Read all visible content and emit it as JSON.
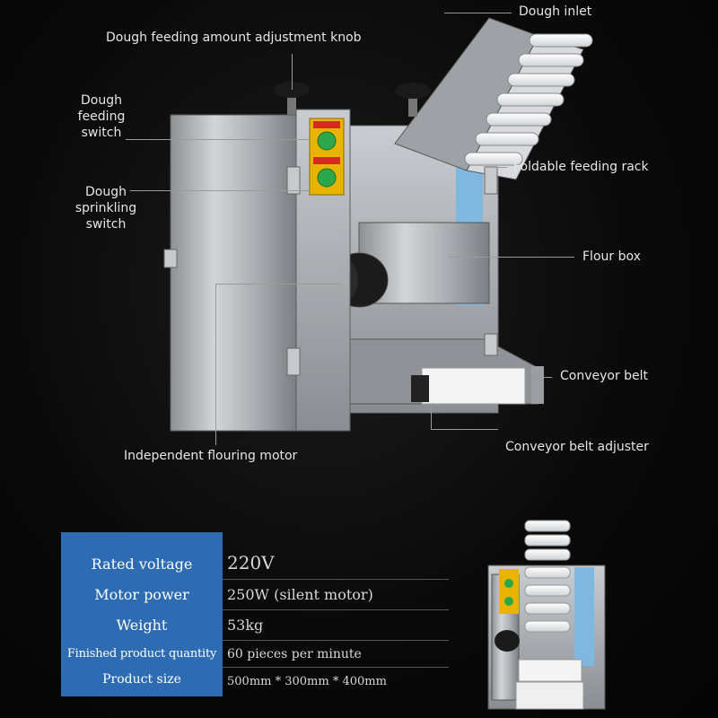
{
  "callouts": {
    "dough_inlet": "Dough inlet",
    "feeding_knob": "Dough feeding amount adjustment knob",
    "feeding_switch_1": "Dough",
    "feeding_switch_2": "feeding",
    "feeding_switch_3": "switch",
    "foldable_rack": "Foldable feeding rack",
    "sprinkling_1": "Dough",
    "sprinkling_2": "sprinkling",
    "sprinkling_3": "switch",
    "flour_box": "Flour box",
    "conveyor_belt": "Conveyor belt",
    "flouring_motor": "Independent flouring motor",
    "belt_adjuster": "Conveyor belt adjuster"
  },
  "specs": [
    {
      "label": "Rated voltage",
      "value": "220V"
    },
    {
      "label": "Motor power",
      "value": "250W (silent motor)"
    },
    {
      "label": "Weight",
      "value": "53kg"
    },
    {
      "label": "Finished product quantity",
      "value": "60 pieces per minute"
    },
    {
      "label": "Product size",
      "value": "500mm * 300mm * 400mm"
    }
  ],
  "colors": {
    "spec_label_bg": "#2d6bb3",
    "switch_panel": "#e8b400",
    "switch_button": "#2ca84a",
    "steel": "#b9bcc0"
  }
}
